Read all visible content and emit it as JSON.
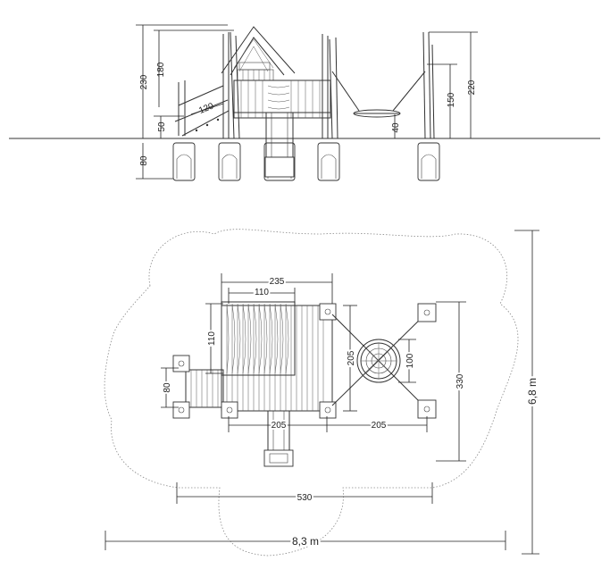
{
  "elevation": {
    "dims": {
      "height_total": "230",
      "height_house": "180",
      "slide_len": "120",
      "platform_h": "50",
      "foundation": "80",
      "swing_frame": "220",
      "swing_seat_top": "150",
      "swing_seat_h": "40"
    }
  },
  "plan": {
    "dims": {
      "deck_width": "235",
      "roof_width": "110",
      "roof_depth": "110",
      "ramp_width": "80",
      "deck_depth": "205",
      "nest_dia": "100",
      "swing_depth": "330",
      "slide_offset": "205",
      "swing_offset": "205",
      "safety_width": "530"
    }
  },
  "overall": {
    "width": "8,3 m",
    "depth": "6,8 m"
  }
}
